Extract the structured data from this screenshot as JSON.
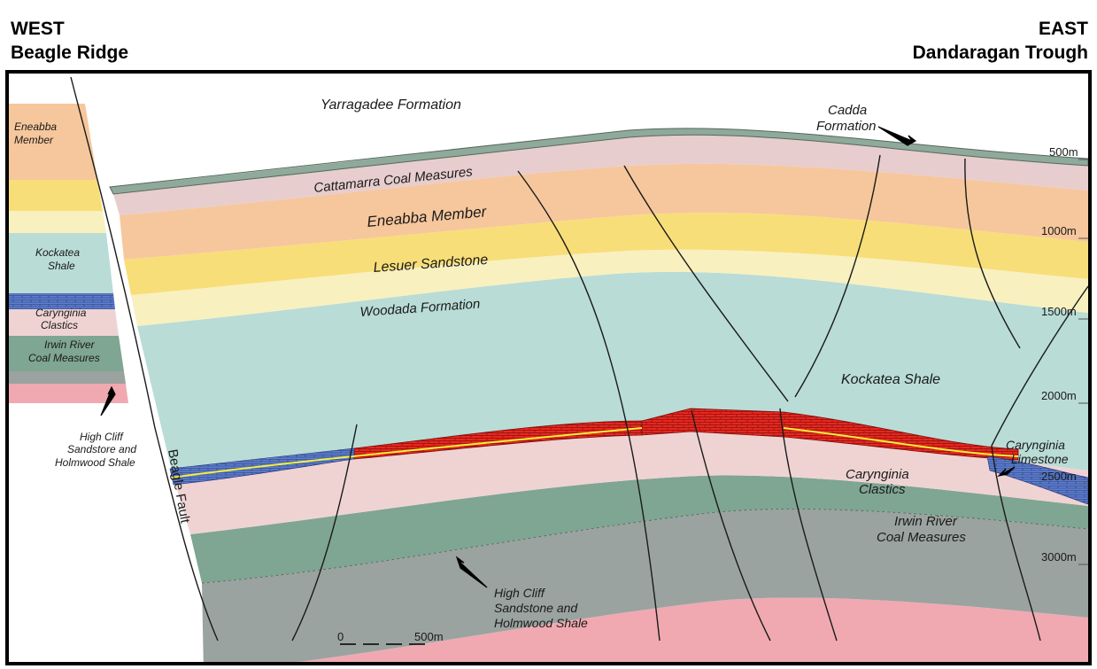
{
  "header": {
    "west": "WEST",
    "west_place": "Beagle Ridge",
    "east": "EAST",
    "east_place": "Dandaragan Trough"
  },
  "labels": {
    "yarragadee": "Yarragadee Formation",
    "cadda_1": "Cadda",
    "cadda_2": "Formation",
    "cattamarra": "Cattamarra Coal Measures",
    "eneabba": "Eneabba Member",
    "lesuer": "Lesuer Sandstone",
    "woodada": "Woodada Formation",
    "kockatea": "Kockatea Shale",
    "west_eneabba_1": "Eneabba",
    "west_eneabba_2": "Member",
    "west_kockatea_1": "Kockatea",
    "west_kockatea_2": "Shale",
    "west_caryn_1": "Carynginia",
    "west_caryn_2": "Clastics",
    "west_irwin_1": "Irwin River",
    "west_irwin_2": "Coal Measures",
    "west_highcliff_1": "High Cliff",
    "west_highcliff_2": "Sandstore and",
    "west_highcliff_3": "Holmwood Shale",
    "beagle_fault": "Beagle Fault",
    "caryn_lime_1": "Carynginia",
    "caryn_lime_2": "Limestone",
    "caryn_clastics_1": "Carynginia",
    "caryn_clastics_2": "Clastics",
    "irwin_1": "Irwin River",
    "irwin_2": "Coal Measures",
    "highcliff_1": "High Cliff",
    "highcliff_2": "Sandstone and",
    "highcliff_3": "Holmwood Shale"
  },
  "depths": [
    "500m",
    "1000m",
    "1500m",
    "2000m",
    "2500m",
    "3000m"
  ],
  "scale": {
    "zero": "0",
    "end": "500m"
  },
  "colors": {
    "yarragadee": "#ffffff",
    "cadda": "#8fa99a",
    "cattamarra": "#e7cdcd",
    "eneabba": "#f6c79c",
    "lesuer": "#f8de78",
    "woodada": "#f8f0bf",
    "kockatea": "#b9dcd6",
    "carynginia_limestone": "#e8281e",
    "carynginia_clastics": "#efd3d3",
    "irwin_river": "#7fa593",
    "high_cliff": "#9aa3a0",
    "holmwood": "#f0a9b0",
    "blue_carbonate": "#5e7fc8"
  }
}
